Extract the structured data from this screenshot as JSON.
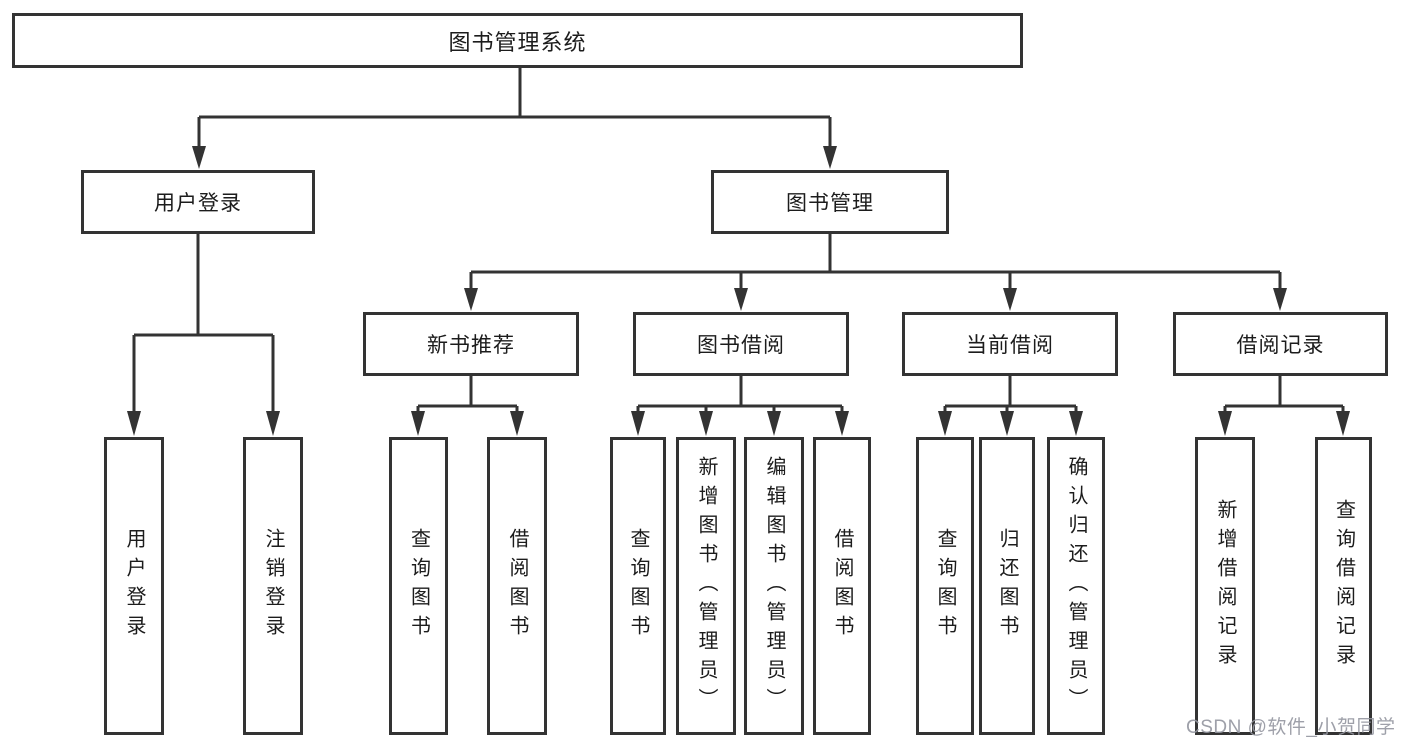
{
  "diagram": {
    "root": {
      "label": "图书管理系统",
      "children": [
        {
          "label": "用户登录",
          "children": [
            {
              "label": "用户登录"
            },
            {
              "label": "注销登录"
            }
          ]
        },
        {
          "label": "图书管理",
          "children": [
            {
              "label": "新书推荐",
              "children": [
                {
                  "label": "查询图书"
                },
                {
                  "label": "借阅图书"
                }
              ]
            },
            {
              "label": "图书借阅",
              "children": [
                {
                  "label": "查询图书"
                },
                {
                  "label": "新增图书（管理员）"
                },
                {
                  "label": "编辑图书（管理员）"
                },
                {
                  "label": "借阅图书"
                }
              ]
            },
            {
              "label": "当前借阅",
              "children": [
                {
                  "label": "查询图书"
                },
                {
                  "label": "归还图书"
                },
                {
                  "label": "确认归还（管理员）"
                }
              ]
            },
            {
              "label": "借阅记录",
              "children": [
                {
                  "label": "新增借阅记录"
                },
                {
                  "label": "查询借阅记录"
                }
              ]
            }
          ]
        }
      ]
    }
  },
  "colors": {
    "line": "#333333",
    "text": "#1c1c1c",
    "background": "#ffffff",
    "watermark": "#9496a0"
  },
  "watermark": {
    "text": "CSDN @软件_小贺同学"
  }
}
